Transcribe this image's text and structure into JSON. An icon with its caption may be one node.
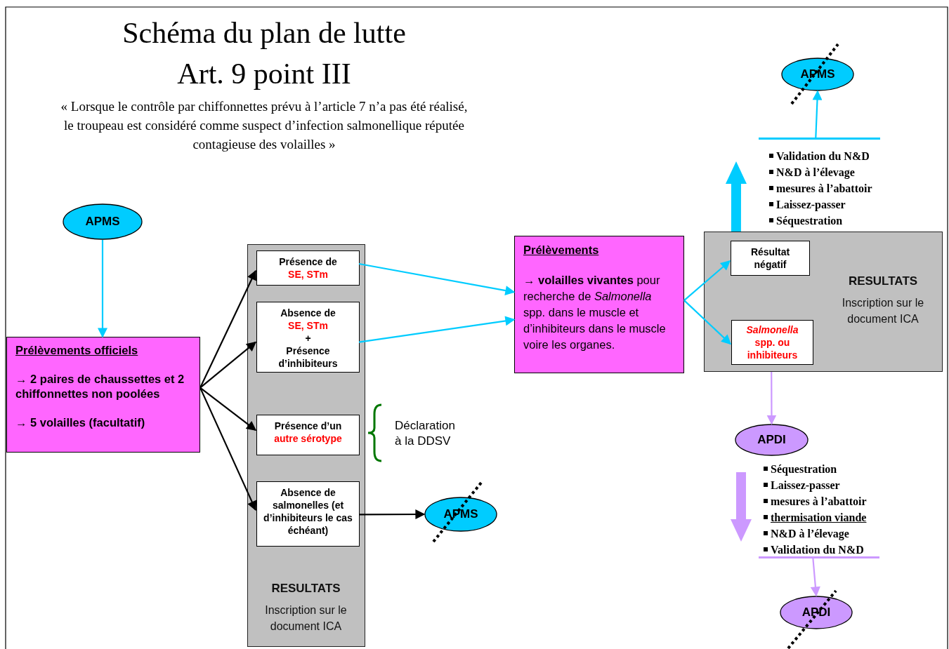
{
  "diagram": {
    "title": "Schéma du plan de lutte Art. 9 point III",
    "nodes": [
      {
        "text": [
          "APMS"
        ]
      },
      {
        "text": [
          "Prélèvements officiels",
          "→ 2 paires de chaussettes et 2 chiffonnettes non poolées",
          "→ 5 volailles (facultatif)"
        ]
      },
      {
        "text": [
          "RESULTATS",
          "Inscription sur le document ICA"
        ]
      },
      {
        "text": [
          "Présence de",
          "SE, STm"
        ],
        "in": 2
      },
      {
        "text": [
          "Absence de",
          "SE, STm",
          "+",
          "Présence d’inhibiteurs"
        ],
        "in": 2
      },
      {
        "text": [
          "Présence d’un",
          "autre sérotype"
        ],
        "in": 2
      },
      {
        "text": [
          "Absence de salmonelles (et d’inhibiteurs le cas échéant)"
        ],
        "in": 2
      },
      {
        "text": [
          "APMS"
        ]
      },
      {
        "text": [
          "Prélèvements",
          "**→ volailles vivantes** pour recherche de *Salmonella* spp. dans le muscle et d’inhibiteurs dans le muscle voire les organes."
        ]
      },
      {
        "text": [
          "RESULTATS",
          "Inscription sur le document ICA"
        ]
      },
      {
        "text": [
          "Résultat négatif"
        ],
        "in": 9
      },
      {
        "text": [
          "*Salmonella* spp. ou inhibiteurs"
        ],
        "in": 9
      },
      {
        "text": [
          "APMS"
        ]
      },
      {
        "text": [
          "APDI"
        ]
      },
      {
        "text": [
          "APDI"
        ]
      },
      {
        "text": [
          "Validation du N&D",
          "N&D à l’élevage",
          "mesures à l’abattoir",
          "Laissez-passer",
          "Séquestration"
        ]
      },
      {
        "text": [
          "Séquestration",
          "Laissez-passer",
          "mesures à l’abattoir",
          "thermisation viande",
          "N&D à l’élevage",
          "Validation du N&D"
        ]
      }
    ],
    "edges": [
      {
        "from": 0,
        "to": 1,
        "arrow": "to",
        "color": "#00ccff"
      },
      {
        "from": 1,
        "to": 3,
        "arrow": "to",
        "color": "#000000"
      },
      {
        "from": 1,
        "to": 4,
        "arrow": "to",
        "color": "#000000"
      },
      {
        "from": 1,
        "to": 5,
        "arrow": "to",
        "color": "#000000"
      },
      {
        "from": 1,
        "to": 6,
        "arrow": "to",
        "color": "#000000"
      },
      {
        "from": 6,
        "to": 7,
        "arrow": "to",
        "color": "#000000"
      },
      {
        "from": 3,
        "to": 8,
        "arrow": "to",
        "color": "#00ccff"
      },
      {
        "from": 4,
        "to": 8,
        "arrow": "to",
        "color": "#00ccff"
      },
      {
        "from": 8,
        "to": 10,
        "arrow": "to",
        "color": "#00ccff"
      },
      {
        "from": 8,
        "to": 11,
        "arrow": "to",
        "color": "#00ccff"
      },
      {
        "from": 9,
        "to": 13,
        "arrow": "to",
        "color": "#cc99ff"
      },
      {
        "from": 15,
        "to": 12,
        "arrow": "to",
        "color": "#00ccff"
      },
      {
        "from": 16,
        "to": 14,
        "arrow": "to",
        "color": "#cc99ff"
      },
      {
        "from": 9,
        "to": 15,
        "arrow": "to",
        "style": "thick",
        "color": "#00ccff"
      },
      {
        "from": 13,
        "to": 16,
        "arrow": "to",
        "style": "thick",
        "color": "#cc99ff"
      }
    ],
    "labels": [
      "« Lorsque le contrôle par chiffonnettes prévu à l’article 7 n’a pas été réalisé, le troupeau est considéré comme suspect d’infection salmonellique réputée contagieuse des volailles »",
      "Déclaration à la DDSV"
    ]
  }
}
